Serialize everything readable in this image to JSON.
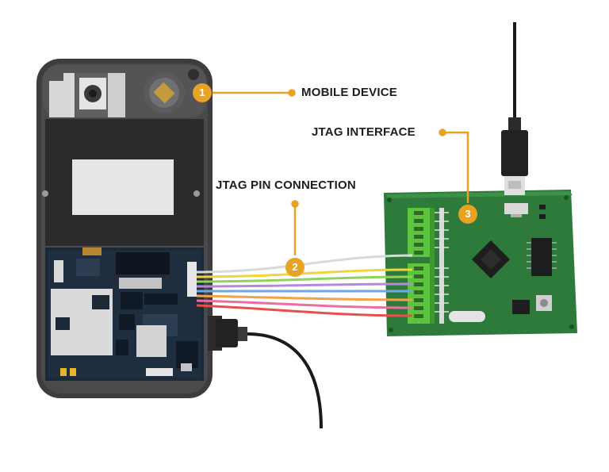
{
  "colors": {
    "accent": "#e8a325",
    "phone_body": "#3d3d3f",
    "pcb_dark": "#1b2836",
    "board_green": "#2e7a3a",
    "terminal_green": "#5cc53e"
  },
  "callouts": [
    {
      "number": "1",
      "label": "MOBILE DEVICE"
    },
    {
      "number": "2",
      "label": "JTAG PIN CONNECTION"
    },
    {
      "number": "3",
      "label": "JTAG INTERFACE"
    }
  ],
  "wires": [
    {
      "name": "wire-white",
      "color": "#d9d9d9"
    },
    {
      "name": "wire-yellow",
      "color": "#f2d33a"
    },
    {
      "name": "wire-green",
      "color": "#8fd45a"
    },
    {
      "name": "wire-purple",
      "color": "#b48ad8"
    },
    {
      "name": "wire-blue",
      "color": "#6fa6e3"
    },
    {
      "name": "wire-orange",
      "color": "#f2a24a"
    },
    {
      "name": "wire-pink",
      "color": "#ea6fa0"
    },
    {
      "name": "wire-red",
      "color": "#e5504c"
    }
  ]
}
